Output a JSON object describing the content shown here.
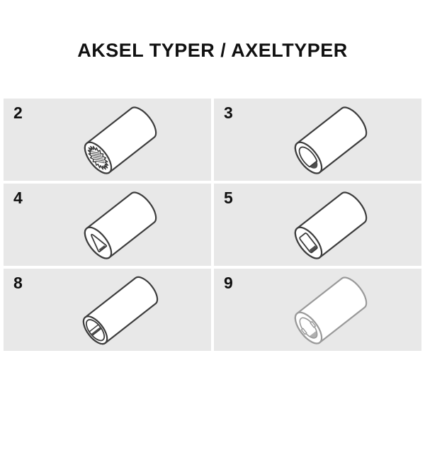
{
  "title": "AKSEL TYPER / AXELTYPER",
  "colors": {
    "page_bg": "#ffffff",
    "cell_bg": "#e8e8e8",
    "line": "#3d3d3d",
    "line_light": "#9a9a9a",
    "shade": "#4f4f4f",
    "text": "#111111"
  },
  "items": [
    {
      "number": "2",
      "bore": "spline"
    },
    {
      "number": "3",
      "bore": "d-flat"
    },
    {
      "number": "4",
      "bore": "triangle"
    },
    {
      "number": "5",
      "bore": "square"
    },
    {
      "number": "8",
      "bore": "slot"
    },
    {
      "number": "9",
      "bore": "notched",
      "stroke": "light"
    }
  ]
}
